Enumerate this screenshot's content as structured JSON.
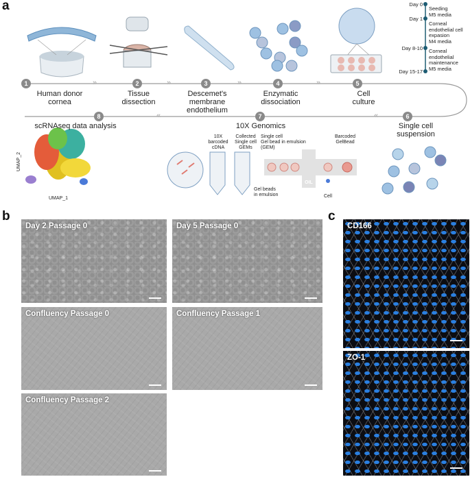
{
  "panels": {
    "a": "a",
    "b": "b",
    "c": "c"
  },
  "steps": [
    {
      "num": "1",
      "label": "Human donor\ncornea"
    },
    {
      "num": "2",
      "label": "Tissue\ndissection"
    },
    {
      "num": "3",
      "label": "Descemet's\nmembrane\nendothelium"
    },
    {
      "num": "4",
      "label": "Enzymatic\ndissociation"
    },
    {
      "num": "5",
      "label": "Cell\nculture"
    },
    {
      "num": "6",
      "label": "Single cell\nsuspension"
    },
    {
      "num": "7",
      "label": "10X Genomics"
    },
    {
      "num": "8",
      "label": "scRNAseq data analysis"
    }
  ],
  "timeline": [
    {
      "day": "Day 0",
      "text": "Seeding\nM5 media"
    },
    {
      "day": "Day 1",
      "text": "Corneal\nendothelial cell\nexpasion\nM4 media"
    },
    {
      "day": "Day 8-10",
      "text": "Corneal\nendothelial\nmaintenance\nM5 media"
    },
    {
      "day": "Day 15-17",
      "text": ""
    }
  ],
  "genomics": {
    "cdna": "10X\nbarcoded\ncDNA",
    "gems": "Collected\nSingle cell\nGEMs",
    "single_cell": "Single cell\nGel bead in emulsion\n(GEM)",
    "barcoded": "Barcoded\nGelBead",
    "oil": "OIL",
    "cell": "Cell",
    "gel_beads": "Gel beads\nin emulsion"
  },
  "umap": {
    "x_label": "UMAP_1",
    "y_label": "UMAP_2"
  },
  "micrographs": [
    {
      "caption": "Day 2 Passage 0"
    },
    {
      "caption": "Day 5 Passage 0"
    },
    {
      "caption": "Confluency Passage 0"
    },
    {
      "caption": "Confluency Passage 1"
    },
    {
      "caption": "Confluency Passage 2"
    }
  ],
  "fluorescence": [
    {
      "caption": "CD166"
    },
    {
      "caption": "ZO-1"
    }
  ],
  "colors": {
    "accent": "#8a8a8a",
    "timeline": "#1d5c73",
    "nuclei": "#2a7fe0"
  }
}
